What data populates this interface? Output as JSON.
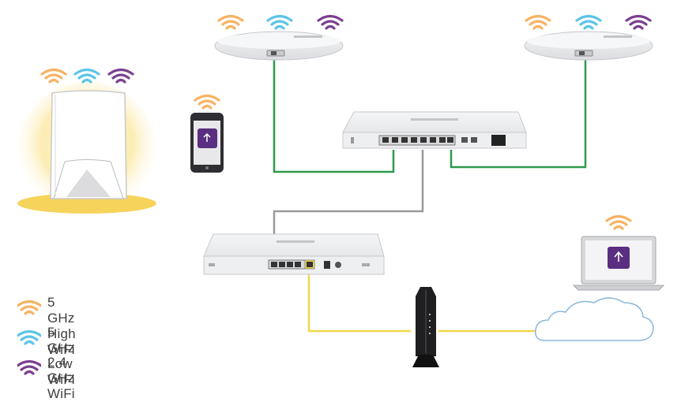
{
  "colors": {
    "wifi_5ghz_high": "#f7b262",
    "wifi_5ghz_low": "#5bc4e8",
    "wifi_24ghz": "#7b3f8f",
    "cable_green": "#2e9a4c",
    "cable_gray": "#9a9a9a",
    "cable_yellow": "#f2d74a",
    "device_body": "#e9eaeb",
    "app_purple": "#5a2e80",
    "glow": "#f6d35a"
  },
  "nodes": {
    "ap_left": {
      "type": "ceiling-access-point",
      "icon": "access-point-icon"
    },
    "ap_right": {
      "type": "ceiling-access-point",
      "icon": "access-point-icon"
    },
    "switch": {
      "type": "network-switch",
      "icon": "switch-icon"
    },
    "router": {
      "type": "router",
      "icon": "router-icon"
    },
    "orbi_satellite": {
      "type": "tri-band-satellite",
      "icon": "satellite-icon"
    },
    "phone": {
      "type": "smartphone-with-app",
      "icon": "phone-icon"
    },
    "laptop": {
      "type": "laptop-with-app",
      "icon": "laptop-icon"
    },
    "modem": {
      "type": "cable-modem",
      "icon": "modem-icon"
    },
    "internet": {
      "type": "cloud",
      "icon": "cloud-icon"
    }
  },
  "connections": [
    {
      "from": "ap_left",
      "to": "switch",
      "cable": "green"
    },
    {
      "from": "ap_right",
      "to": "switch",
      "cable": "green"
    },
    {
      "from": "switch",
      "to": "router",
      "cable": "gray"
    },
    {
      "from": "router",
      "to": "modem",
      "cable": "yellow"
    },
    {
      "from": "modem",
      "to": "internet",
      "cable": "yellow"
    }
  ],
  "legend": [
    {
      "label": "5 GHz High WiFi",
      "color": "#f7b262",
      "icon": "wifi-icon"
    },
    {
      "label": "5 GHz Low WiFi",
      "color": "#5bc4e8",
      "icon": "wifi-icon"
    },
    {
      "label": "2.4 GHz WiFi",
      "color": "#7b3f8f",
      "icon": "wifi-icon"
    }
  ]
}
